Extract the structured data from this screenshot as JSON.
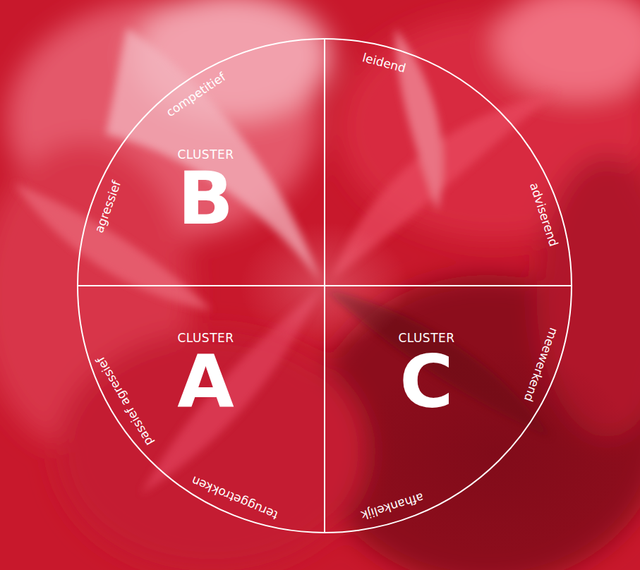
{
  "diagram": {
    "nodes": [
      {
        "text": [
          "CLUSTER",
          "B"
        ]
      },
      {
        "text": [
          "CLUSTER",
          "A"
        ]
      },
      {
        "text": [
          "CLUSTER",
          "C"
        ]
      }
    ],
    "labels": [
      "competitief",
      "agressief",
      "leidend",
      "adviserend",
      "meewerkend",
      "afhankelijk",
      "teruggetrokken",
      "passief agressief"
    ]
  }
}
